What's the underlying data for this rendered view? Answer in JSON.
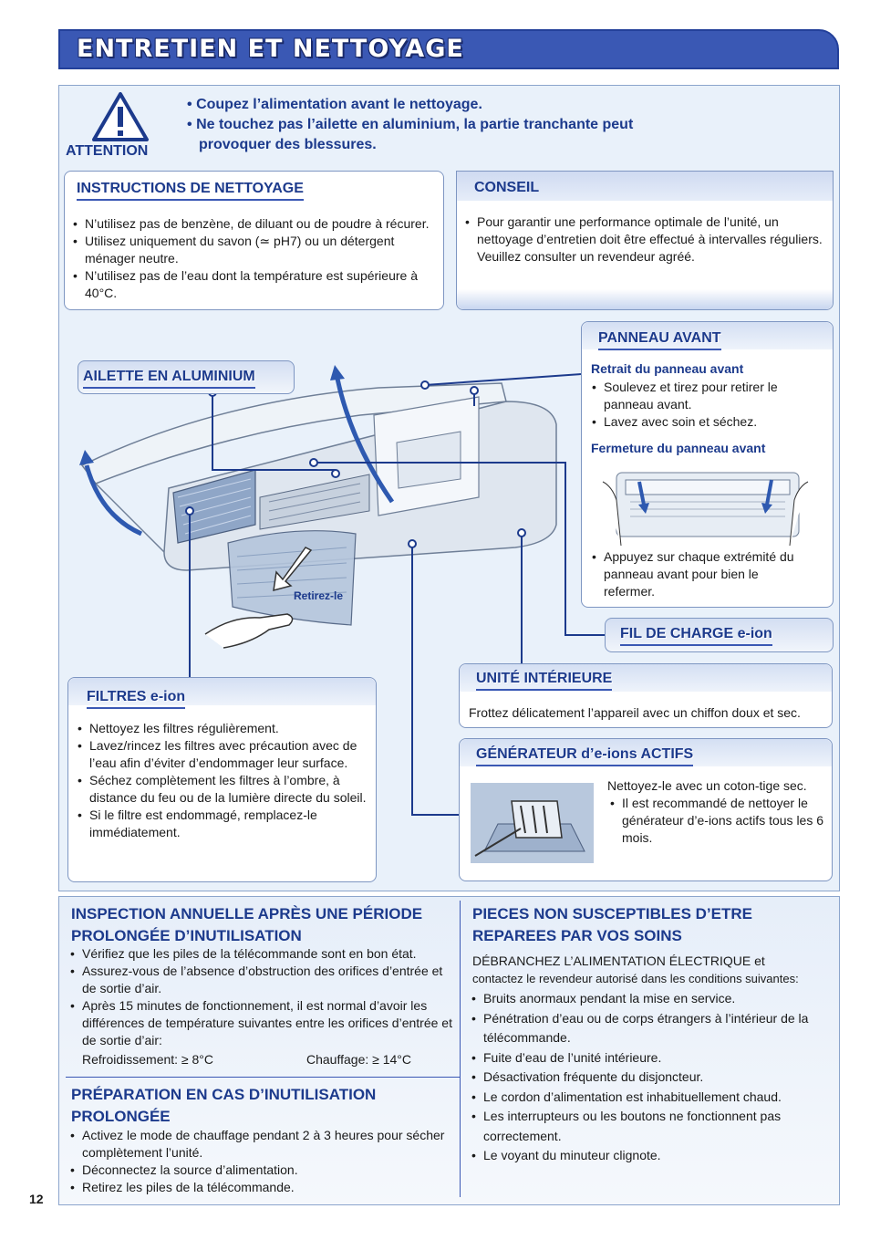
{
  "title": "ENTRETIEN ET NETTOYAGE",
  "attention": {
    "label": "ATTENTION",
    "lines": [
      "Coupez l’alimentation avant le nettoyage.",
      "Ne touchez pas l’ailette en aluminium, la partie tranchante peut",
      "provoquer des blessures."
    ]
  },
  "instructions": {
    "heading": "INSTRUCTIONS DE NETTOYAGE",
    "items": [
      "N’utilisez pas de benzène, de diluant ou de poudre à récurer.",
      "Utilisez uniquement du savon (≃ pH7) ou un détergent ménager neutre.",
      "N’utilisez pas de l’eau dont la température est supérieure à 40°C."
    ]
  },
  "conseil": {
    "heading": "CONSEIL",
    "items": [
      "Pour garantir une performance optimale de l’unité, un nettoyage d’entretien doit être effectué à intervalles réguliers. Veuillez consulter un revendeur agréé."
    ]
  },
  "panneau": {
    "heading": "PANNEAU AVANT",
    "retrait_title": "Retrait du panneau avant",
    "retrait_items": [
      "Soulevez et tirez pour retirer le panneau avant.",
      "Lavez avec soin et séchez."
    ],
    "fermeture_title": "Fermeture du panneau avant",
    "fermeture_items": [
      "Appuyez sur chaque extrémité du panneau avant pour bien le refermer."
    ]
  },
  "ailette": {
    "heading": "AILETTE EN ALUMINIUM"
  },
  "retirez": "Retirez-le",
  "fil": {
    "heading": "FIL DE CHARGE e-ion"
  },
  "unite": {
    "heading": "UNITÉ INTÉRIEURE",
    "text": "Frottez délicatement l’appareil avec un chiffon doux et sec."
  },
  "filtres": {
    "heading": "FILTRES e-ion",
    "items": [
      "Nettoyez les filtres régulièrement.",
      "Lavez/rincez les filtres avec précaution avec de l’eau afin d’éviter d’endommager leur surface.",
      "Séchez complètement les filtres à l’ombre, à distance du feu ou de la lumière directe du soleil.",
      "Si le filtre est endommagé, remplacez-le immédiatement."
    ]
  },
  "generateur": {
    "heading": "GÉNÉRATEUR d’e-ions ACTIFS",
    "intro": "Nettoyez-le avec un coton-tige sec.",
    "items": [
      "Il est recommandé de nettoyer le générateur d’e-ions actifs tous les 6 mois."
    ]
  },
  "inspection": {
    "heading_line1": "INSPECTION ANNUELLE APRÈS UNE PÉRIODE",
    "heading_line2": "PROLONGÉE D’INUTILISATION",
    "items": [
      "Vérifiez que les piles de la télécommande sont en bon état.",
      "Assurez-vous de l’absence d’obstruction des orifices d’entrée et de sortie d’air.",
      "Après 15 minutes de fonctionnement, il est normal d’avoir les différences de température suivantes entre les orifices d’entrée et de sortie d’air:"
    ],
    "refroid": "Refroidissement: ≥ 8°C",
    "chauff": "Chauffage: ≥ 14°C"
  },
  "preparation": {
    "heading_line1": "PRÉPARATION EN CAS D’INUTILISATION",
    "heading_line2": "PROLONGÉE",
    "items": [
      "Activez le mode de chauffage pendant 2 à 3 heures pour sécher complètement l’unité.",
      "Déconnectez la source d’alimentation.",
      "Retirez les piles de la télécommande."
    ]
  },
  "pieces": {
    "heading_line1": "PIECES NON SUSCEPTIBLES D’ETRE",
    "heading_line2": "REPAREES PAR VOS SOINS",
    "intro_line1": "DÉBRANCHEZ L’ALIMENTATION ÉLECTRIQUE et",
    "intro_line2": "contactez le revendeur autorisé dans les conditions suivantes:",
    "items": [
      "Bruits anormaux pendant la mise en service.",
      "Pénétration d’eau ou de corps étrangers à l’intérieur de la télécommande.",
      "Fuite d’eau de l’unité intérieure.",
      "Désactivation fréquente du disjoncteur.",
      "Le cordon d’alimentation est inhabituellement chaud.",
      "Les interrupteurs ou les boutons ne fonctionnent pas correctement.",
      "Le voyant du minuteur clignote."
    ]
  },
  "page_number": "12"
}
